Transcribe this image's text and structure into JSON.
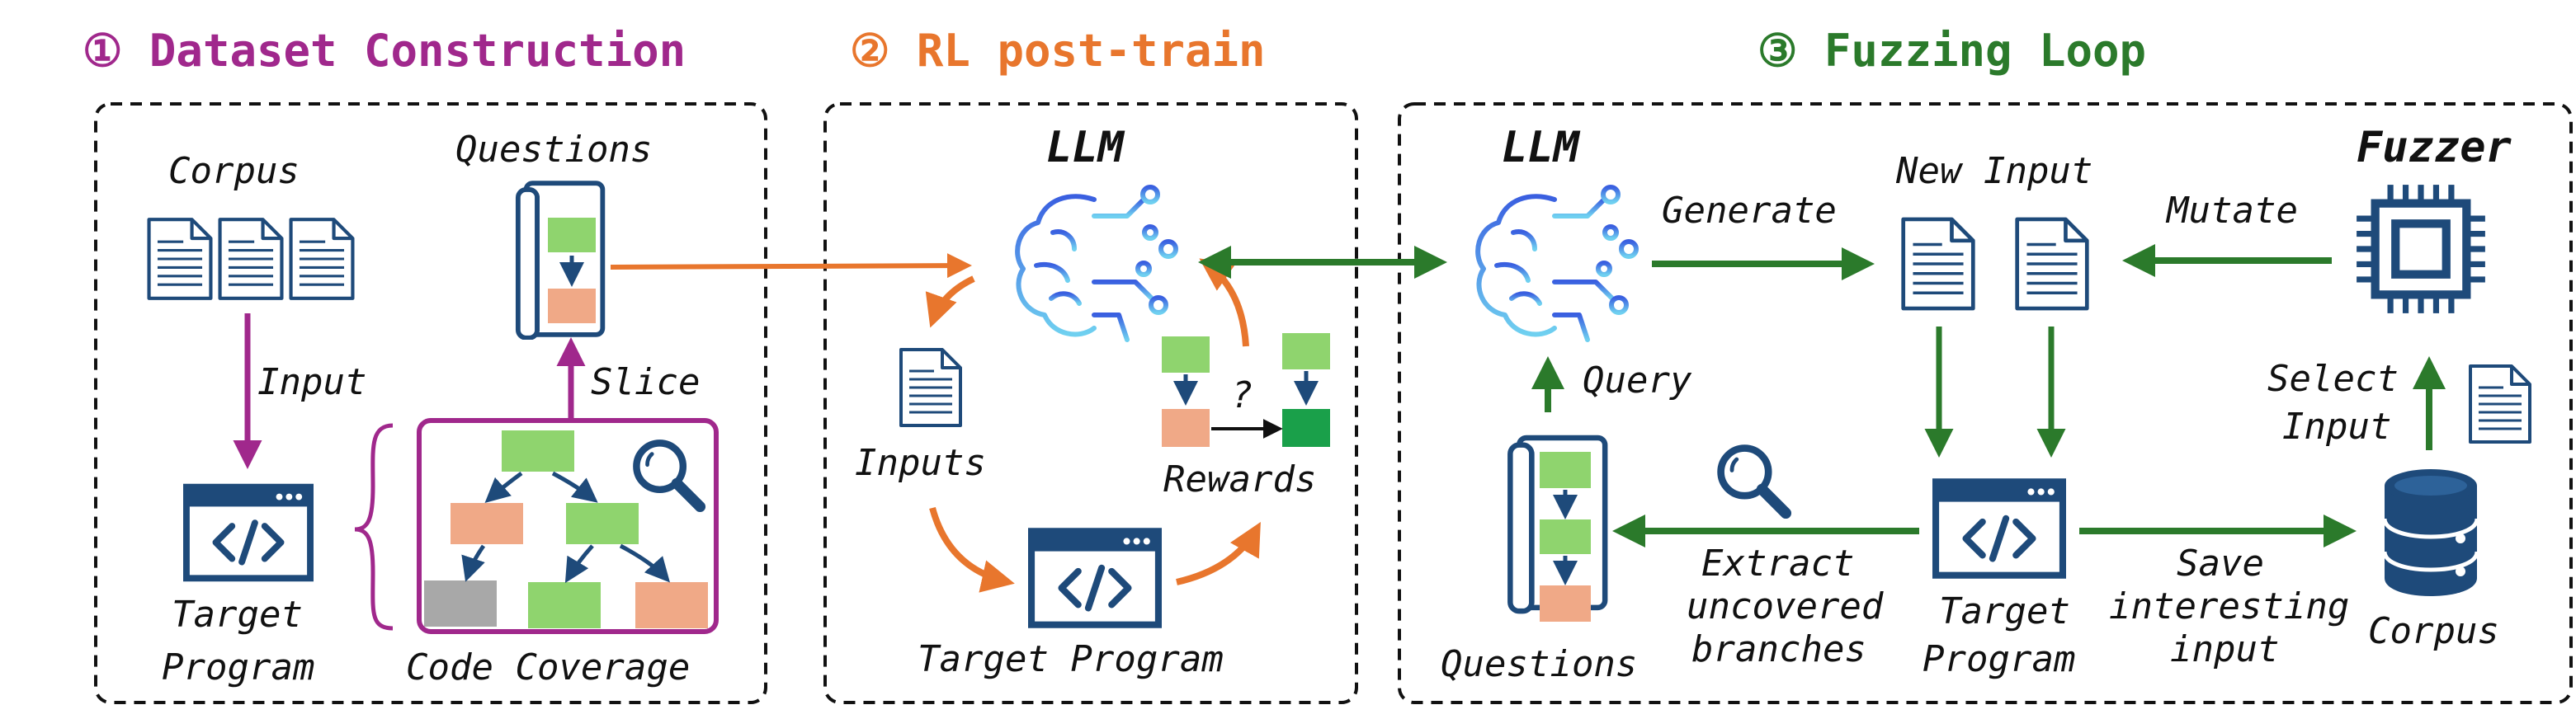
{
  "sections": [
    {
      "title": "① Dataset Construction",
      "color": "#a0288c"
    },
    {
      "title": "② RL post-train",
      "color": "#e8762d"
    },
    {
      "title": "③ Fuzzing Loop",
      "color": "#2b7a2b"
    }
  ],
  "panel1": {
    "corpus_label": "Corpus",
    "questions_label": "Questions",
    "input_label": "Input",
    "slice_label": "Slice",
    "target_label_line1": "Target",
    "target_label_line2": "Program",
    "code_coverage_label": "Code Coverage"
  },
  "panel2": {
    "llm_label": "LLM",
    "inputs_label": "Inputs",
    "rewards_label": "Rewards",
    "question_mark": "?",
    "target_program_label": "Target Program"
  },
  "panel3": {
    "llm_label": "LLM",
    "fuzzer_label": "Fuzzer",
    "generate_label": "Generate",
    "new_input_label": "New Input",
    "mutate_label": "Mutate",
    "query_label": "Query",
    "select_line1": "Select",
    "select_line2": "Input",
    "extract_line1": "Extract",
    "extract_line2": "uncovered",
    "extract_line3": "branches",
    "target_line1": "Target",
    "target_line2": "Program",
    "save_line1": "Save",
    "save_line2": "interesting",
    "save_line3": "input",
    "corpus_label": "Corpus",
    "questions_label": "Questions"
  },
  "colors": {
    "purple": "#a0288c",
    "orange": "#e8762d",
    "green": "#2b7a2b",
    "navy": "#1e4a7a",
    "node_green": "#8fd46e",
    "node_salmon": "#f0a987",
    "node_gray": "#a8a8a8",
    "node_dark_green": "#1aa04a",
    "brain_blue": "#3a7fe0"
  }
}
